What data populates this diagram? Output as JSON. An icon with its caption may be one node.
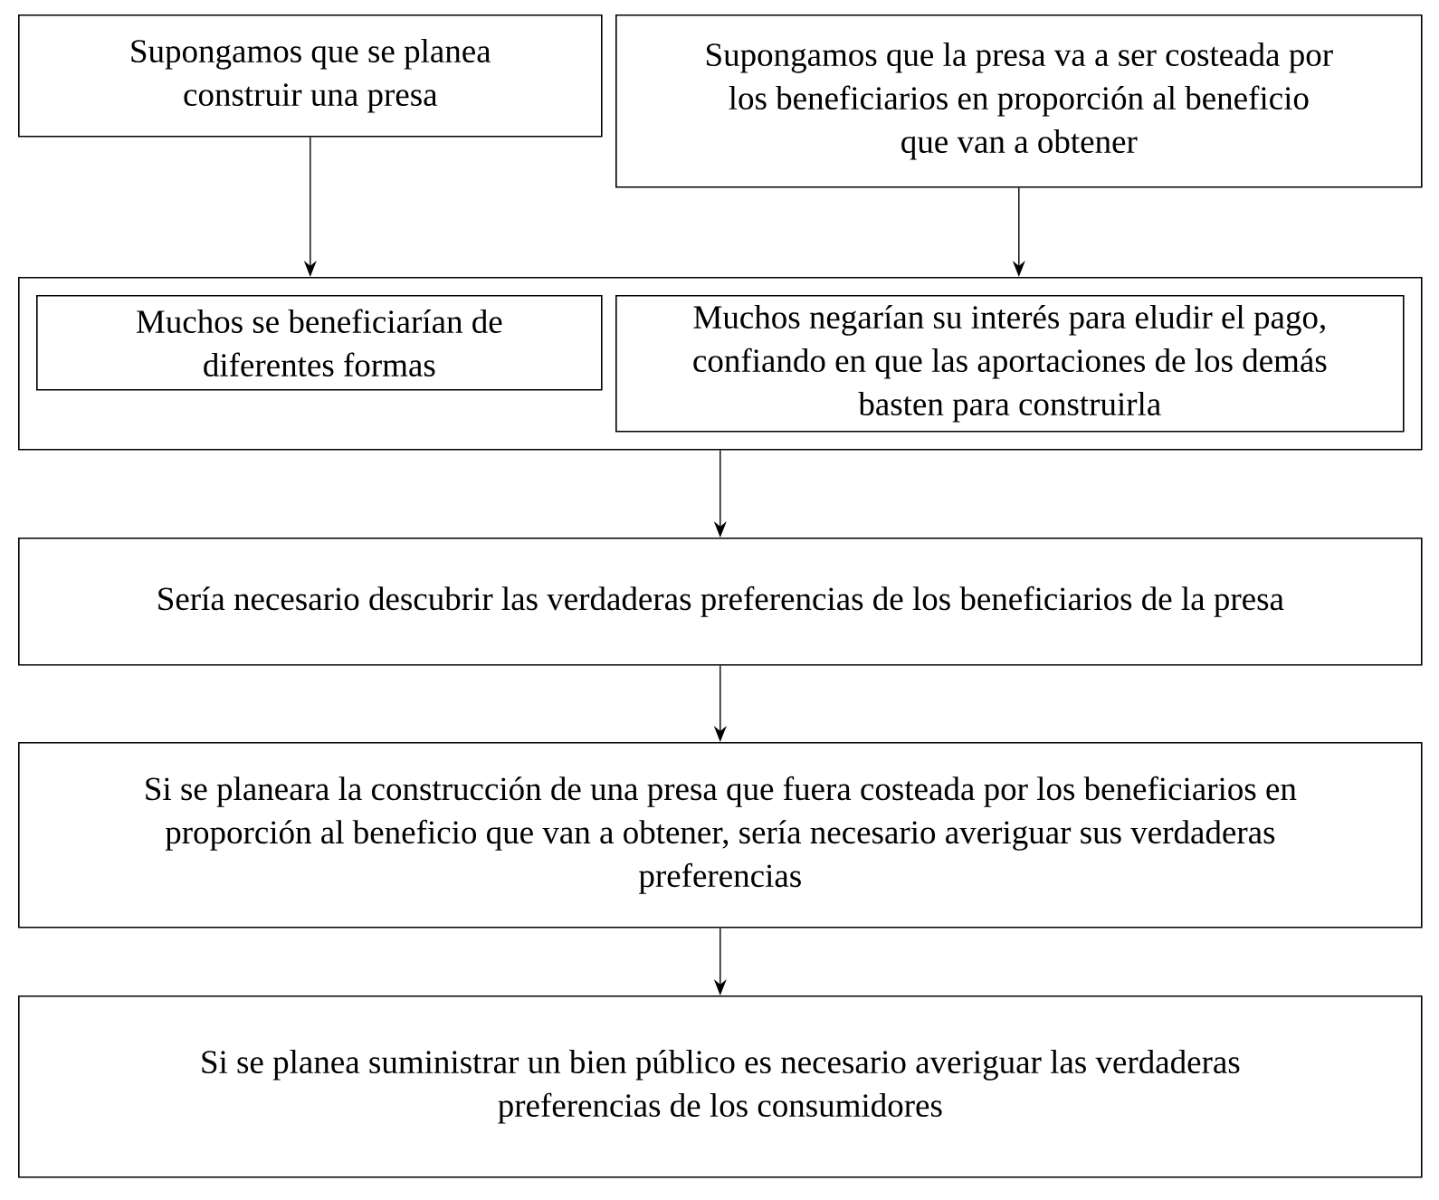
{
  "diagram": {
    "nodes": [
      {
        "text": [
          "Supongamos que se planea construir una presa"
        ]
      },
      {
        "text": [
          "Supongamos que la presa va a ser costeada por los beneficiarios en proporción al beneficio que van a obtener"
        ]
      },
      {
        "text": [],
        "shape": "box"
      },
      {
        "text": [
          "Muchos se beneficiarían de diferentes formas"
        ],
        "in": 2
      },
      {
        "text": [
          "Muchos negarían su interés para eludir el pago, confiando en que las aportaciones de los demás basten para construirla"
        ],
        "in": 2
      },
      {
        "text": [
          "Sería necesario descubrir las verdaderas preferencias de los beneficiarios de la presa"
        ]
      },
      {
        "text": [
          "Si se planeara la construcción de una presa que fuera costeada por los beneficiarios en proporción al beneficio que van a obtener, sería necesario averiguar sus verdaderas preferencias"
        ]
      },
      {
        "text": [
          "Si se planea suministrar un bien público es necesario averiguar las verdaderas preferencias de los consumidores"
        ]
      }
    ],
    "edges": [
      {
        "from": 0,
        "to": 2,
        "arrow": "to"
      },
      {
        "from": 1,
        "to": 2,
        "arrow": "to"
      },
      {
        "from": 2,
        "to": 5,
        "arrow": "to"
      },
      {
        "from": 5,
        "to": 6,
        "arrow": "to"
      },
      {
        "from": 6,
        "to": 7,
        "arrow": "to"
      }
    ]
  }
}
